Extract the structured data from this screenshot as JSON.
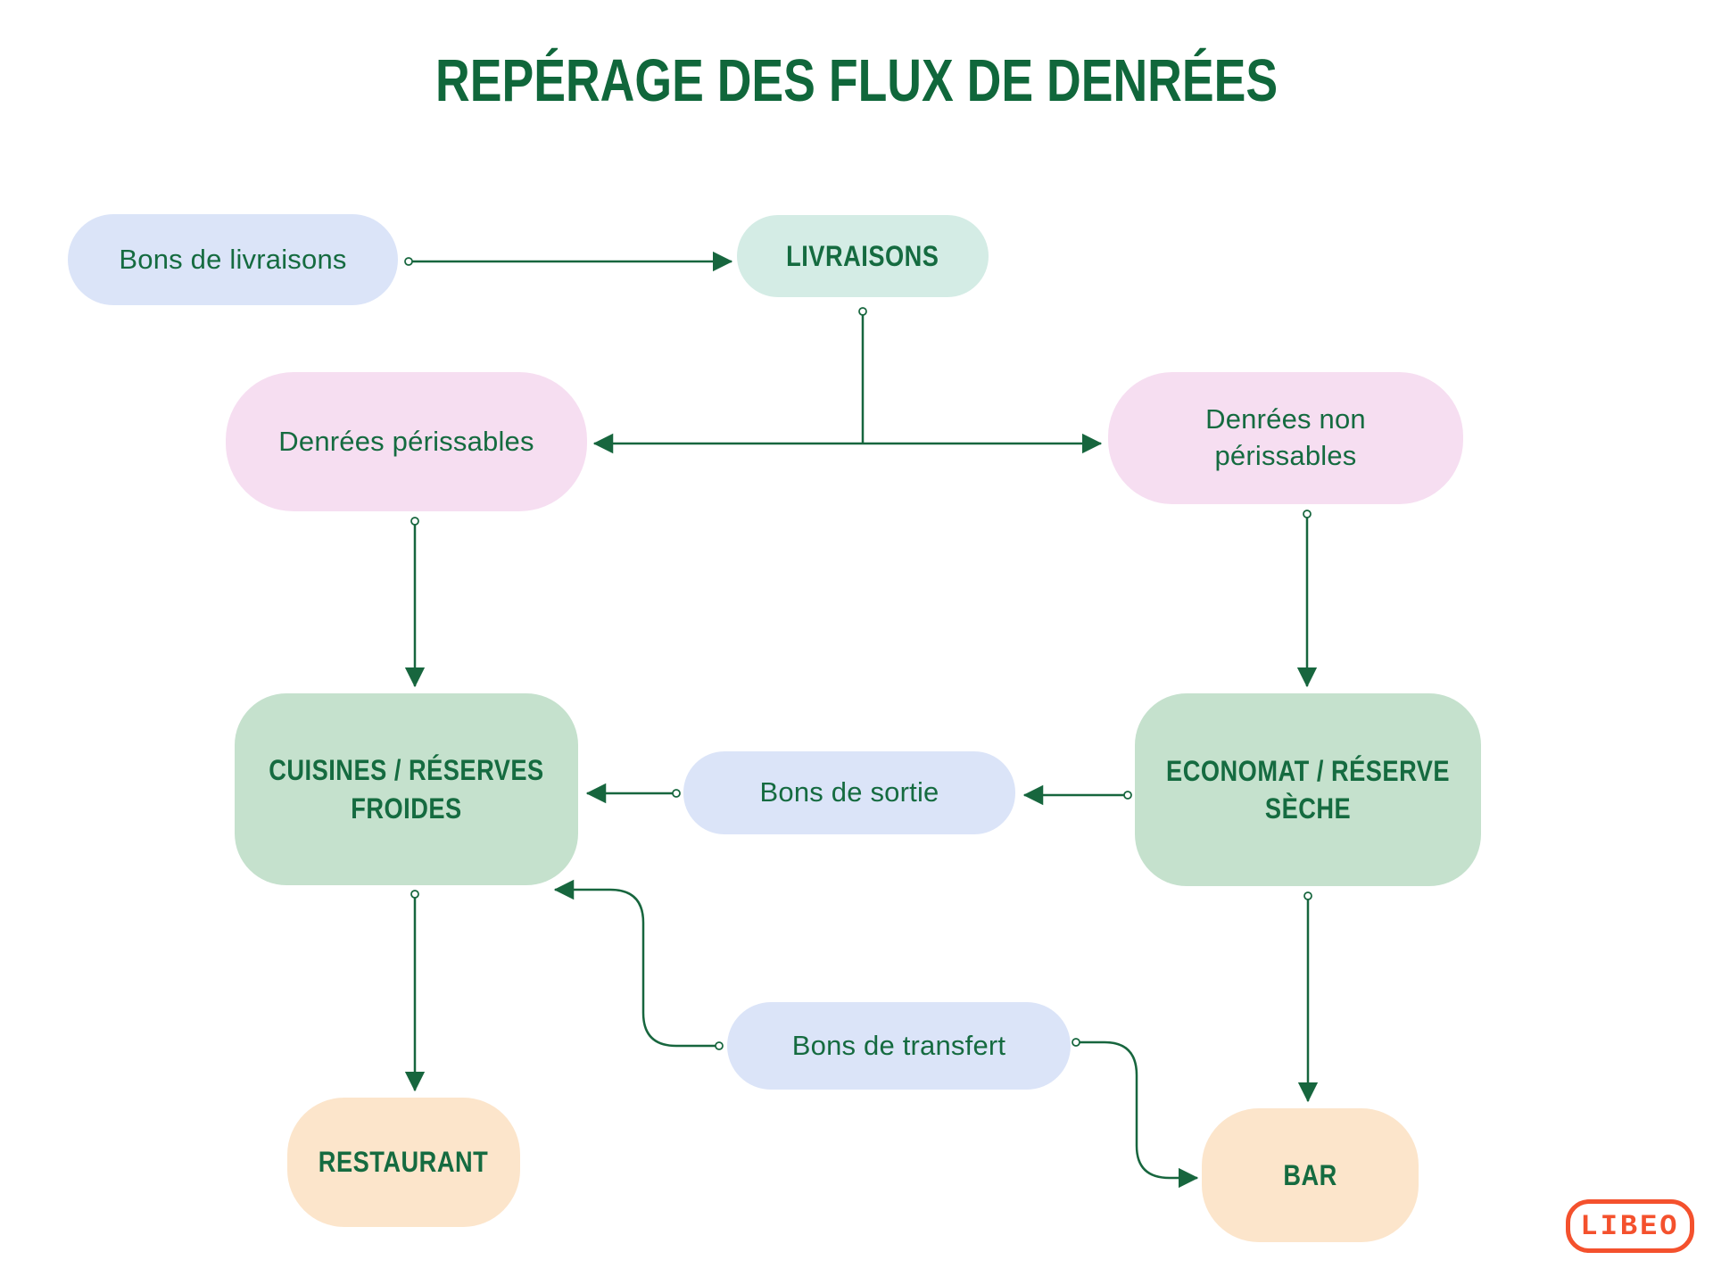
{
  "title": "REPÉRAGE DES FLUX DE DENRÉES",
  "nodes": {
    "bons_livraisons": {
      "label": "Bons de livraisons",
      "color": "#DBE4F8"
    },
    "livraisons": {
      "label": "LIVRAISONS",
      "color": "#D4ECE5"
    },
    "denrees_perissables": {
      "label": "Denrées périssables",
      "color": "#F6DEF1"
    },
    "denrees_non_perissables": {
      "label": "Denrées non\npérissables",
      "color": "#F6DEF1"
    },
    "cuisines": {
      "label": "CUISINES / RÉSERVES\nFROIDES",
      "color": "#C5E1CD"
    },
    "bons_sortie": {
      "label": "Bons de sortie",
      "color": "#DBE4F8"
    },
    "economat": {
      "label": "ECONOMAT / RÉSERVE\nSÈCHE",
      "color": "#C5E1CD"
    },
    "bons_transfert": {
      "label": "Bons de transfert",
      "color": "#DBE4F8"
    },
    "restaurant": {
      "label": "RESTAURANT",
      "color": "#FCE5CB"
    },
    "bar": {
      "label": "BAR",
      "color": "#FCE5CB"
    }
  },
  "edges": [
    {
      "from": "bons_livraisons",
      "to": "livraisons"
    },
    {
      "from": "livraisons",
      "to": "denrees_perissables"
    },
    {
      "from": "livraisons",
      "to": "denrees_non_perissables"
    },
    {
      "from": "denrees_perissables",
      "to": "cuisines"
    },
    {
      "from": "denrees_non_perissables",
      "to": "economat"
    },
    {
      "from": "economat",
      "to": "bons_sortie"
    },
    {
      "from": "bons_sortie",
      "to": "cuisines"
    },
    {
      "from": "bons_transfert",
      "to": "cuisines"
    },
    {
      "from": "bons_transfert",
      "to": "bar"
    },
    {
      "from": "cuisines",
      "to": "restaurant"
    },
    {
      "from": "economat",
      "to": "bar"
    }
  ],
  "colors": {
    "title_green": "#10673B",
    "text_green": "#156B40",
    "connector_green": "#17663E",
    "lavender": "#DBE4F8",
    "mint": "#D4ECE5",
    "pink": "#F6DEF1",
    "green": "#C5E1CD",
    "peach": "#FCE5CB",
    "logo_orange": "#F4512D"
  },
  "logo": {
    "label": "LIBEO"
  }
}
